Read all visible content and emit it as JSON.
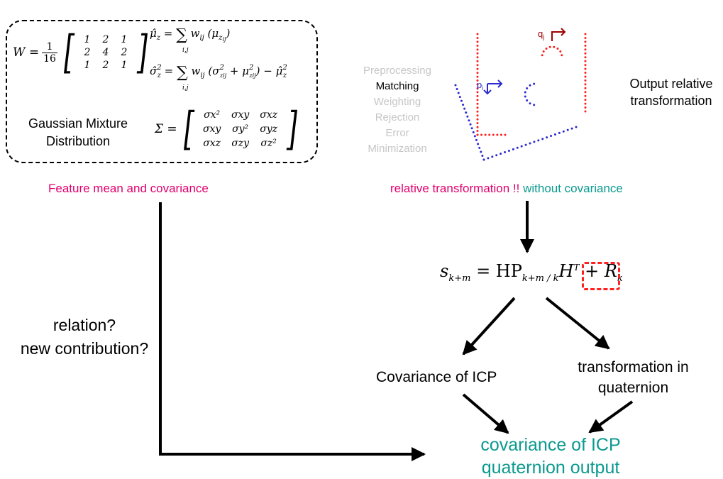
{
  "panel_left": {
    "w_lhs": "W =",
    "w_frac_num": "1",
    "w_frac_den": "16",
    "w_matrix": [
      [
        "1",
        "2",
        "1"
      ],
      [
        "2",
        "4",
        "2"
      ],
      [
        "1",
        "2",
        "1"
      ]
    ],
    "mu_eq": "μ̂_z = Σ_{i,j} w_ij (μ_{z_ij})",
    "sigma_eq": "σ̂²_z = Σ_{i,j} w_ij (σ²_{z_ij} + μ²_{z_ij}) − μ̂²_z",
    "gmd_label_line1": "Gaussian Mixture",
    "gmd_label_line2": "Distribution",
    "sigma_lhs": "Σ =",
    "cov_matrix": [
      [
        "σx²",
        "σxy",
        "σxz"
      ],
      [
        "σxy",
        "σy²",
        "σyz"
      ],
      [
        "σxz",
        "σzy",
        "σz²"
      ]
    ],
    "caption": "Feature mean and covariance"
  },
  "panel_right": {
    "icp_steps": [
      "Preprocessing",
      "Matching",
      "Weighting",
      "Rejection",
      "Error",
      "Minimization"
    ],
    "active_step": "Matching",
    "p_label": "p",
    "p_sub": "i",
    "q_label": "q",
    "q_sub": "j",
    "output_line1": "Output relative",
    "output_line2": "transformation",
    "caption_part1": "relative transformation !!",
    "caption_part2": "without covariance"
  },
  "formula": {
    "lhs": "s",
    "lhs_sub": "k+m",
    "eq": " = HP",
    "p_sub": "k+m / k",
    "ht": "H",
    "ht_sup": "T",
    "plus": " + ",
    "r": "R",
    "r_sub": "k"
  },
  "nodes": {
    "relation_q": "relation?",
    "contribution_q": "new contribution?",
    "cov_icp": "Covariance of ICP",
    "trans_quat_line1": "transformation in",
    "trans_quat_line2": "quaternion",
    "output_line1": "covariance of ICP",
    "output_line2": "quaternion output"
  },
  "colors": {
    "pink": "#e0006e",
    "teal": "#0b9a8f",
    "red_dots": "#ff2020",
    "blue_dots": "#2a2ad0",
    "dark_red": "#a00000",
    "gray_text": "#c6c6c6"
  }
}
